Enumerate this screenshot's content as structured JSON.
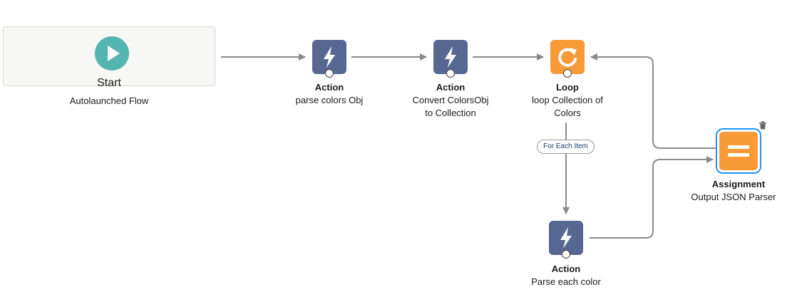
{
  "start": {
    "title": "Start",
    "subtitle": "Autolaunched Flow",
    "icon": "play-icon"
  },
  "nodes": [
    {
      "id": "action1",
      "type": "Action",
      "label_lines": [
        "parse colors Obj"
      ],
      "icon": "lightning-icon"
    },
    {
      "id": "action2",
      "type": "Action",
      "label_lines": [
        "Convert ColorsObj",
        "to Collection"
      ],
      "icon": "lightning-icon"
    },
    {
      "id": "loop",
      "type": "Loop",
      "label_lines": [
        "loop Collection of",
        "Colors"
      ],
      "icon": "loop-icon"
    },
    {
      "id": "action3",
      "type": "Action",
      "label_lines": [
        "Parse each color"
      ],
      "icon": "lightning-icon"
    },
    {
      "id": "assignment",
      "type": "Assignment",
      "label_lines": [
        "Output JSON Parser"
      ],
      "icon": "equals-icon"
    }
  ],
  "loop_branch_label": "For Each Item",
  "colors": {
    "action": "#566791",
    "loop": "#f89a37",
    "start": "#54b5b0",
    "selected": "#1b96ff",
    "connector": "#8a8a8a"
  }
}
